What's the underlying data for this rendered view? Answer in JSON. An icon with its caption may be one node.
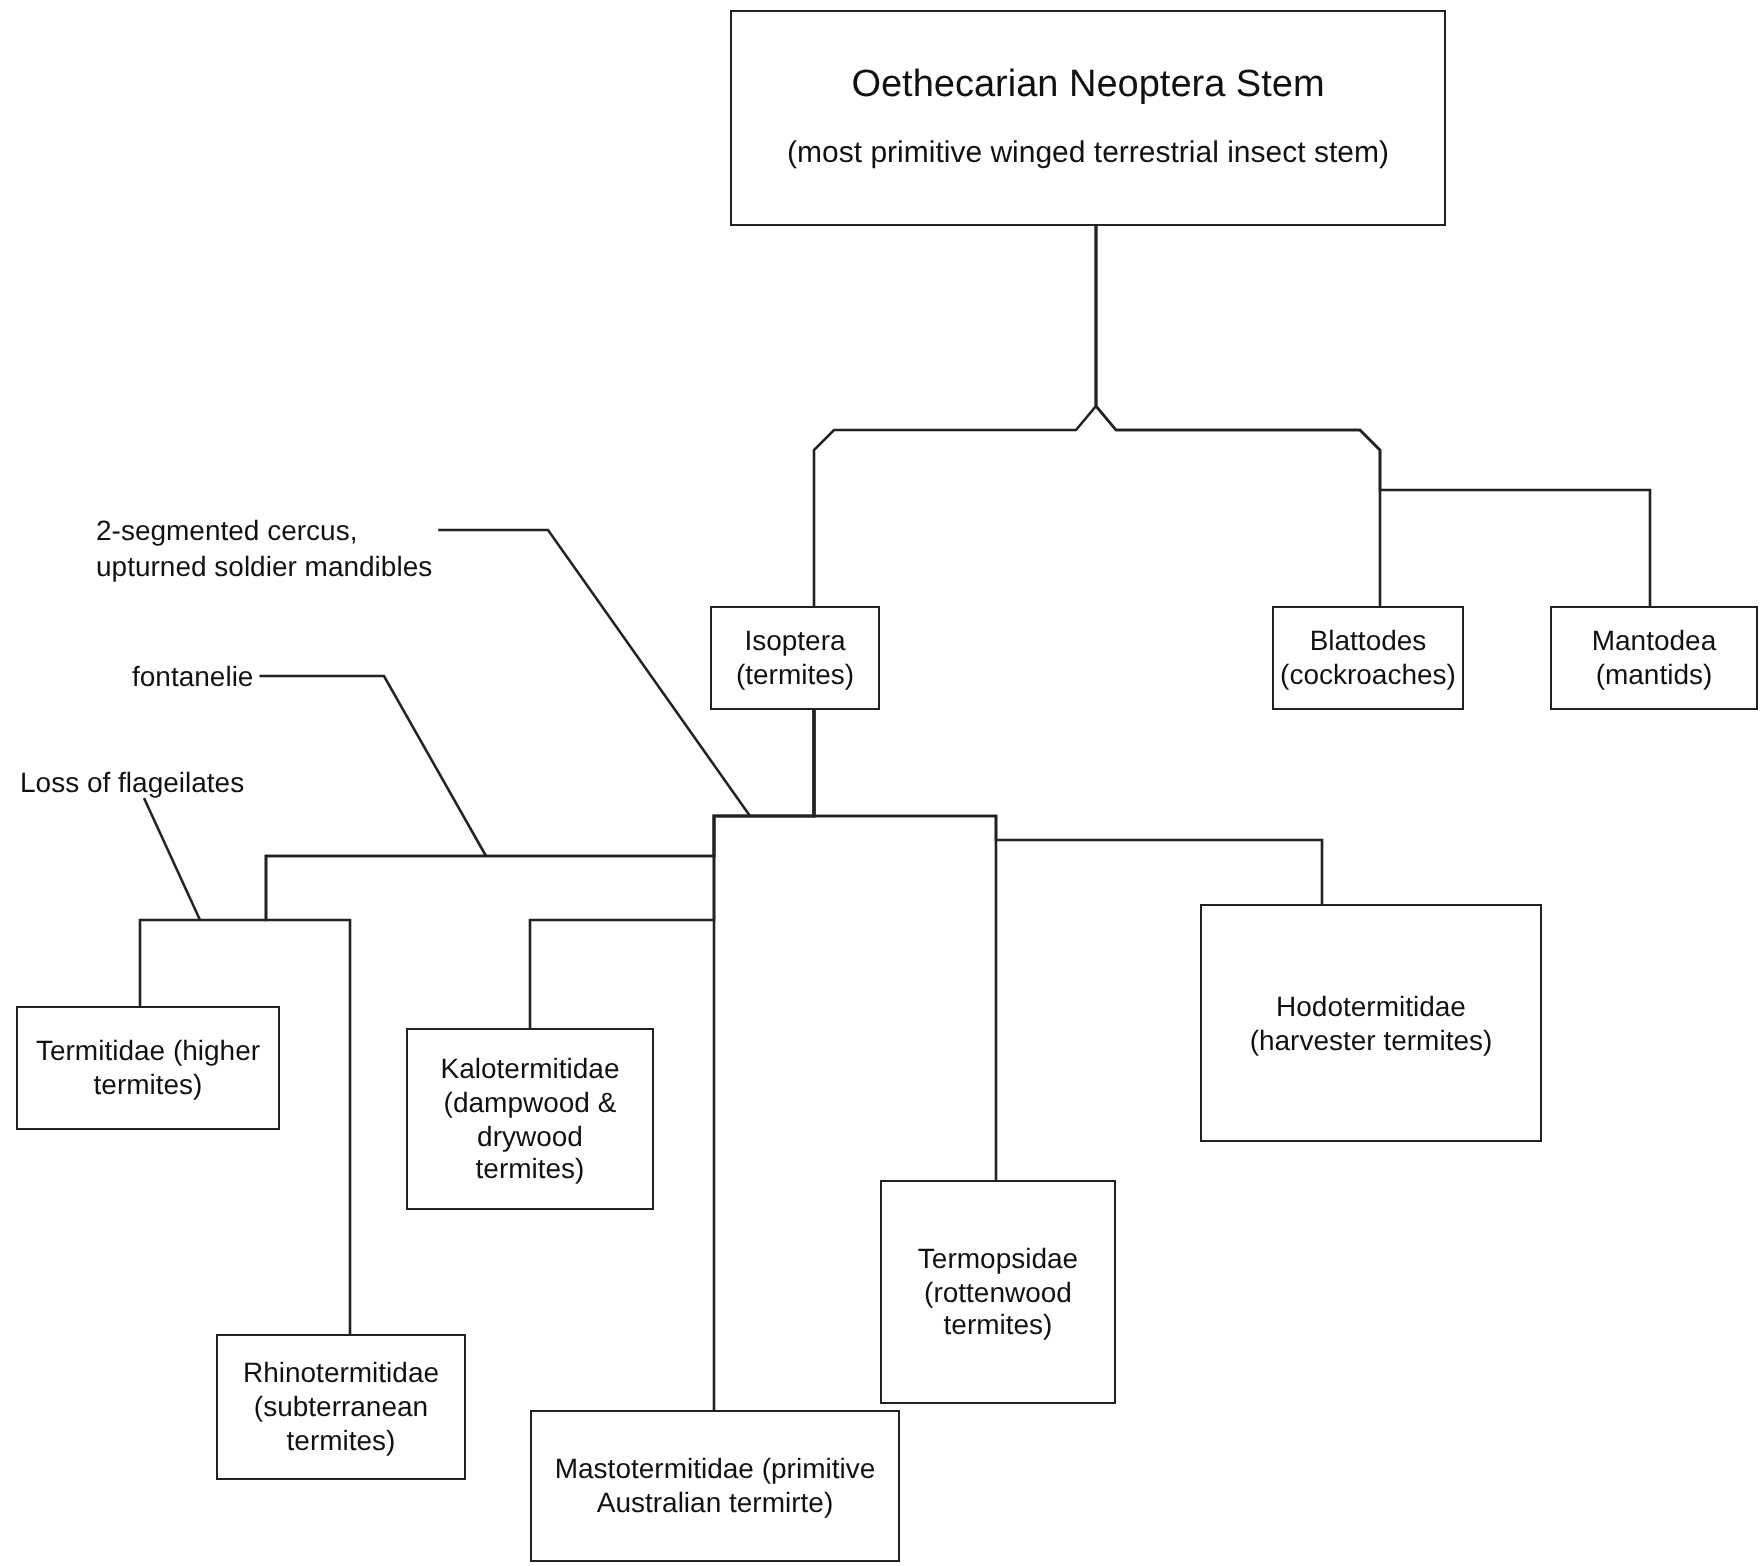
{
  "diagram": {
    "nodes": [
      {
        "text": [
          "Oethecarian Neoptera Stem",
          "(most primitive winged terrestrial insect stem)"
        ]
      },
      {
        "text": [
          "2-segmented cercus, upturned soldier mandibles"
        ]
      },
      {
        "text": [
          "Isoptera (termites)"
        ]
      },
      {
        "text": [
          "Blattodes (cockroaches)"
        ]
      },
      {
        "text": [
          "Mantodea (mantids)"
        ]
      },
      {
        "text": [
          "fontanelie"
        ]
      },
      {
        "text": [
          "Loss of flageilates"
        ]
      },
      {
        "text": [
          "Hodotermitidae (harvester termites)"
        ]
      },
      {
        "text": [
          "Termitidae (higher termites)"
        ]
      },
      {
        "text": [
          "Kalotermitidae (dampwood & drywood termites)"
        ]
      },
      {
        "text": [
          "Termopsidae (rottenwood termites)"
        ]
      },
      {
        "text": [
          "Rhinotermitidae (subterranean termites)"
        ]
      },
      {
        "text": [
          "Mastotermitidae (primitive Australian termirte)"
        ]
      }
    ],
    "edges": [
      {
        "from": 0,
        "to": 2,
        "arrow": "none"
      },
      {
        "from": 0,
        "to": 3,
        "arrow": "none"
      },
      {
        "from": 0,
        "to": 4,
        "arrow": "none"
      },
      {
        "from": 2,
        "to": 12,
        "arrow": "none"
      },
      {
        "from": 2,
        "to": 7,
        "arrow": "none"
      },
      {
        "from": 2,
        "to": 10,
        "arrow": "none"
      },
      {
        "from": 2,
        "to": 9,
        "arrow": "none"
      },
      {
        "from": 2,
        "to": 8,
        "arrow": "none"
      },
      {
        "from": 2,
        "to": 11,
        "arrow": "none"
      },
      {
        "from": 1,
        "to": null,
        "arrow": "none"
      },
      {
        "from": 5,
        "to": null,
        "arrow": "none"
      },
      {
        "from": 6,
        "to": null,
        "arrow": "none"
      }
    ]
  }
}
